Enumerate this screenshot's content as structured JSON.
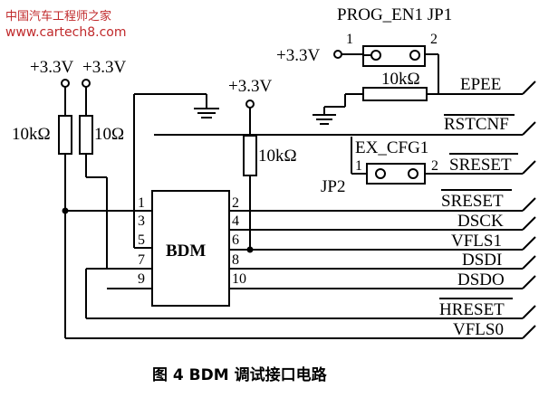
{
  "watermark": {
    "site_name": "中国汽车工程师之家",
    "url": "www.cartech8.com"
  },
  "chip": {
    "label": "BDM"
  },
  "pins": [
    "1",
    "2",
    "3",
    "4",
    "5",
    "6",
    "7",
    "8",
    "9",
    "10"
  ],
  "power": {
    "left_a": "+3.3V",
    "left_b": "+3.3V",
    "middle": "+3.3V",
    "jp1": "+3.3V"
  },
  "resistors": {
    "left_a": "10kΩ",
    "left_b": "10Ω",
    "middle": "10kΩ",
    "jp1": "10kΩ"
  },
  "jumpers": {
    "jp1_title": "PROG_EN1 JP1",
    "jp1_pin1": "1",
    "jp1_pin2": "2",
    "cfg_title": "EX_CFG1",
    "cfg_pin1": "1",
    "cfg_pin2": "2",
    "cfg_ref": "JP2"
  },
  "signals": {
    "epee": "EPEE",
    "rstcnf": "RSTCNF",
    "sreset_top": "SRESET",
    "sreset": "SRESET",
    "dsck": "DSCK",
    "vfls1": "VFLS1",
    "dsdi": "DSDI",
    "dsdo": "DSDO",
    "hreset": "HRESET",
    "vfls0": "VFLS0"
  },
  "caption": "图 4   BDM 调试接口电路"
}
